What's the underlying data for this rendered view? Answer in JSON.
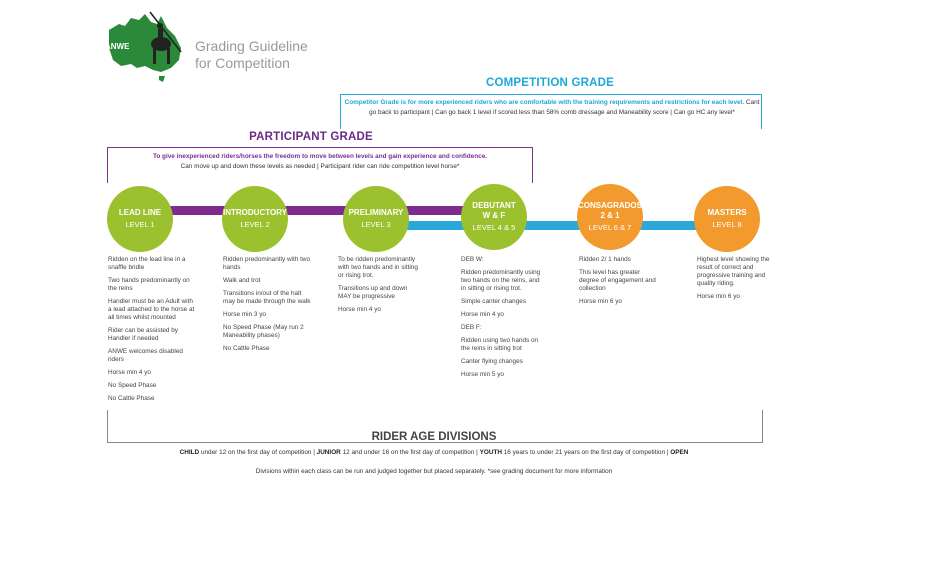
{
  "brand": {
    "logo_text": "ANWE",
    "title_line1": "Grading Guideline",
    "title_line2": "for Competition"
  },
  "competition_grade": {
    "title": "COMPETITION GRADE",
    "lead": "Competitor Grade is for more experienced riders who are comfortable with the training requirements and restrictions for each level.",
    "rest": " Cant go back to participant  |  Can go back 1 level if scored less than 58% comb dressage and Maneability score  |  Can go HC any level*"
  },
  "participant_grade": {
    "title": "PARTICIPANT GRADE",
    "line1": "To give inexperienced riders/horses the freedom to move between levels and gain experience and confidence.",
    "line2": "Can move up and down these levels as needed  |  Participant rider can ride competition level horse*"
  },
  "levels": [
    {
      "name": "LEAD LINE",
      "level": "LEVEL 1",
      "color": "#9cc12f",
      "desc": [
        "Ridden on the lead line in a snaffle bridle",
        "Two hands predominantly on the reins",
        "Handler must be an Adult with a lead attached to the horse at all times whilst mounted",
        "Rider can be assisted by Handler if needed",
        "ANWE welcomes disabled riders",
        "Horse min 4 yo",
        "No Speed Phase",
        "No Cattle Phase"
      ]
    },
    {
      "name": "INTRODUCTORY",
      "level": "LEVEL 2",
      "color": "#9cc12f",
      "desc": [
        "Ridden predominantly with two hands",
        "Walk and trot",
        "Transitions in/out of the halt may be made through the walk",
        "Horse min 3 yo",
        "No Speed Phase (May run 2 Maneability phases)",
        "No Cattle Phase"
      ]
    },
    {
      "name": "PRELIMINARY",
      "level": "LEVEL 3",
      "color": "#9cc12f",
      "desc": [
        "To be ridden predominantly with two hands and in sitting or rising trot.",
        "Transitions up and down MAY be progressive",
        "Horse min 4 yo"
      ]
    },
    {
      "name": "DEBUTANT W & F",
      "name1": "DEBUTANT",
      "name2": "W & F",
      "level": "LEVEL 4 & 5",
      "color": "#9cc12f",
      "desc_w_head": "DEB W:",
      "desc_w": [
        "Ridden predominantly using two hands on the reins, and in sitting or rising trot.",
        "Simple canter changes",
        "Horse min 4 yo"
      ],
      "desc_f_head": "DEB F:",
      "desc_f": [
        "Ridden using two hands on the reins in sitting trot",
        "Canter flying changes",
        "Horse min 5 yo"
      ]
    },
    {
      "name": "CONSAGRADOS 2 & 1",
      "name1": "CONSAGRADOS",
      "name2": "2 & 1",
      "level": "LEVEL 6 & 7",
      "color": "#f29a2e",
      "desc": [
        "Ridden 2/ 1 hands",
        "This level has greater degree of engagement and collection",
        "Horse min 6 yo"
      ]
    },
    {
      "name": "MASTERS",
      "level": "LEVEL 8",
      "color": "#f29a2e",
      "desc": [
        "Highest level showing the result of correct and progressive training and quality riding.",
        "Horse min 6 yo"
      ]
    }
  ],
  "rider_age": {
    "title": "RIDER AGE DIVISIONS",
    "child_label": "CHILD",
    "child_text": " under 12 on the first day of competition  |  ",
    "junior_label": "JUNIOR",
    "junior_text": " 12 and under 16 on the first day of competition  |  ",
    "youth_label": "YOUTH",
    "youth_text": " 16 years to under 21 years on the first day of competition  |  ",
    "open_label": "OPEN",
    "note": "Divisions within each class can be run and judged together but placed separately. *see grading document for more information"
  }
}
